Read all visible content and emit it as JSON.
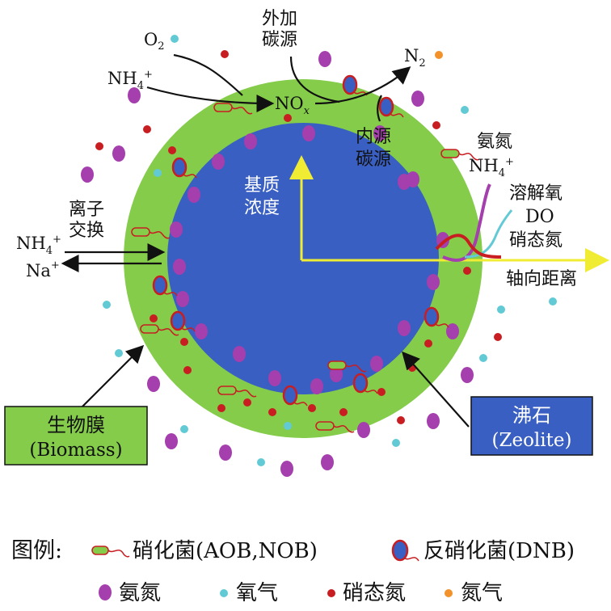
{
  "labels": {
    "o2": "O",
    "o2_sub": "2",
    "nh4": "NH",
    "nh4_sub": "4",
    "nh4_sup": "+",
    "nox": "NO",
    "nox_sub": "x",
    "external_carbon_1": "外加",
    "external_carbon_2": "碳源",
    "n2": "N",
    "n2_sub": "2",
    "internal_carbon_1": "内源",
    "internal_carbon_2": "碳源",
    "substrate_conc_1": "基质",
    "substrate_conc_2": "浓度",
    "ion_exchange_1": "离子",
    "ion_exchange_2": "交换",
    "na": "Na",
    "na_sup": "+",
    "ammonia_label": "氨氮",
    "do_label_1": "溶解氧",
    "do_label_2": "DO",
    "nitrate_label": "硝态氮",
    "axial_distance": "轴向距离",
    "biofilm_title": "生物膜",
    "biofilm_sub": "(Biomass)",
    "zeolite_title": "沸石",
    "zeolite_sub": "(Zeolite)"
  },
  "legend": {
    "prefix": "图例:",
    "nitrifier": "硝化菌(AOB,NOB)",
    "denitrifier": "反硝化菌(DNB)",
    "ammonia": "氨氮",
    "oxygen": "氧气",
    "nitrate": "硝态氮",
    "nitrogen": "氮气"
  },
  "colors": {
    "biofilm": "#84cc4a",
    "zeolite": "#3a5fc2",
    "ammonia": "#a43fad",
    "oxygen": "#62cad4",
    "nitrate": "#c81e22",
    "nitrogen": "#f2922a",
    "axis": "#f0ec33"
  }
}
